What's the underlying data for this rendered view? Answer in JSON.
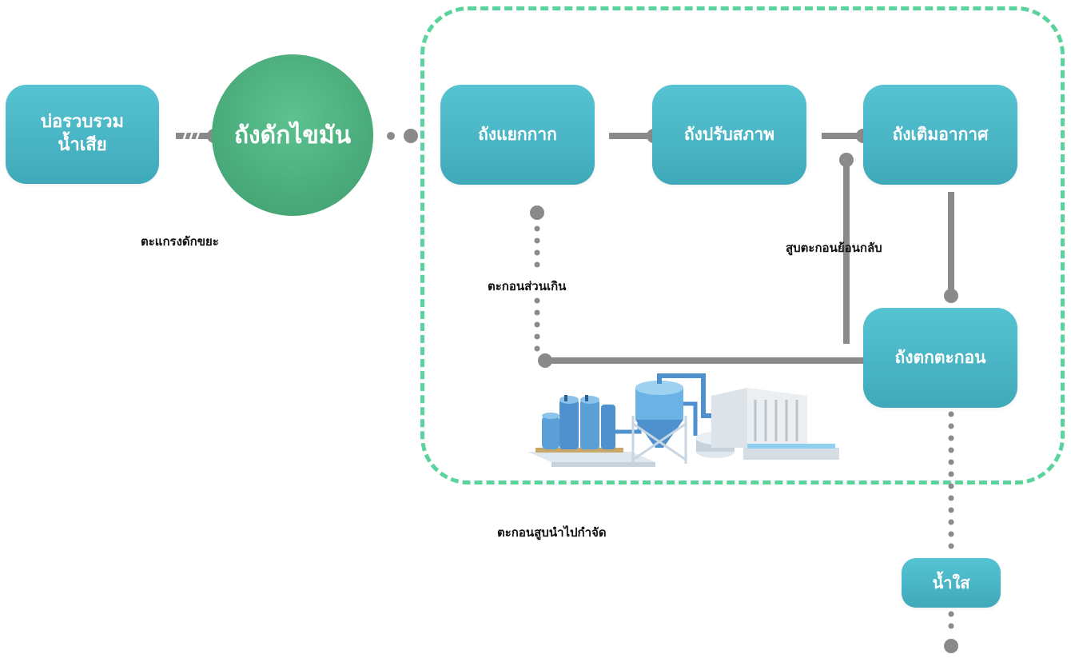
{
  "diagram": {
    "nodes": {
      "collection_pond": [
        "บ่อรวบรวม",
        "น้ำเสีย"
      ],
      "grease_trap": "ถังดักไขมัน",
      "sludge_separator": "ถังแยกกาก",
      "equalization": "ถังปรับสภาพ",
      "aeration": "ถังเติมอากาศ",
      "sedimentation": "ถังตกตะกอน",
      "clear_water": "น้ำใส"
    },
    "labels": {
      "screen": "ตะแกรงดักขยะ",
      "excess_sludge": "ตะกอนส่วนเกิน",
      "return_sludge": "สูบตะกอนย้อนกลับ",
      "sludge_disposal": "ตะกอนสูบนำไปกำจัด"
    },
    "colors": {
      "node_fill": "#4ab7c6",
      "circle_fill": "#4fae7e",
      "connector": "#8a8a8a",
      "frame": "#5bd39c"
    },
    "icons": [
      "screen-hash-icon",
      "treatment-plant-illustration"
    ]
  }
}
